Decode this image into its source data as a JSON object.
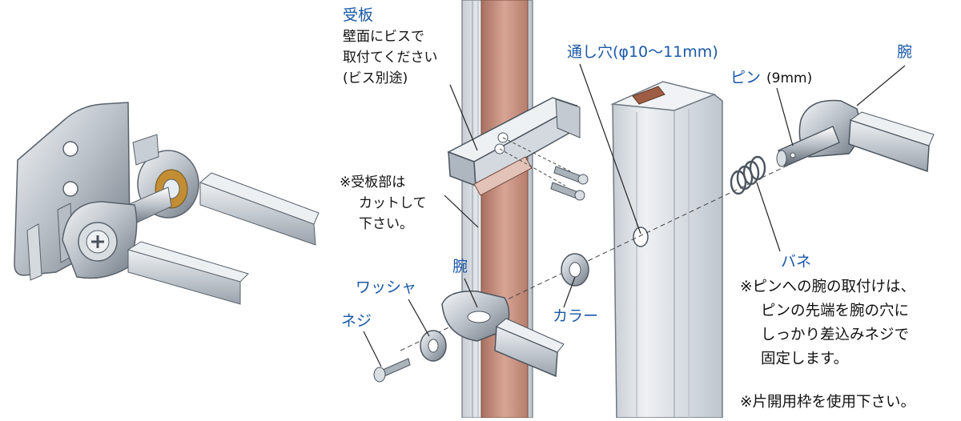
{
  "labels": {
    "receiver_plate": "受板",
    "receiver_note": [
      "壁面にビスで",
      "取付てください",
      "(ビス別途)"
    ],
    "cut_note": [
      "※受板部は",
      "カットして",
      "下さい。"
    ],
    "through_hole": "通し穴(φ10〜11mm)",
    "arm_top": "腕",
    "pin": "ピン",
    "pin_size": "(9mm)",
    "spring": "バネ",
    "arm_bottom": "腕",
    "washer": "ワッシャ",
    "screw": "ネジ",
    "collar": "カラー"
  },
  "notes": {
    "mount": [
      "※ピンへの腕の取付けは、",
      "ピンの先端を腕の穴に",
      "しっかり差込みネジで",
      "固定します。"
    ],
    "frame": "※片開用枠を使用下さい。"
  },
  "colors": {
    "label_blue": "#1a58a8",
    "wood": "#c9907e",
    "metal": "#c9ced4",
    "aluminium": "#dfe3e8"
  }
}
